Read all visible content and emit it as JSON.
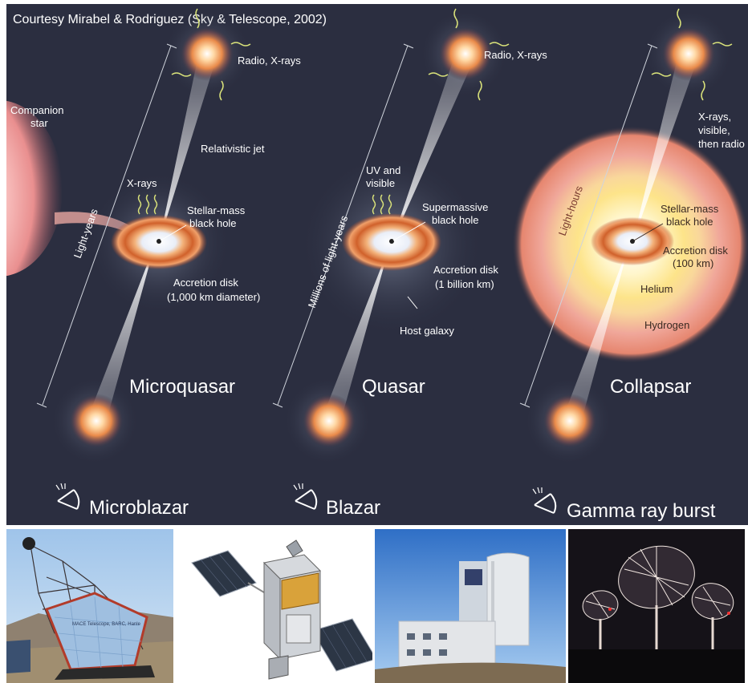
{
  "credit": "Courtesy Mirabel  & Rodriguez (Sky & Telescope, 2002)",
  "panels": [
    {
      "title": "Microquasar",
      "observer_label": "Microblazar",
      "scale_label": "Light-years",
      "labels": {
        "companion": "Companion\nstar",
        "lobe": "Radio, X-rays",
        "jet": "Relativistic jet",
        "emission": "X-rays",
        "hole": "Stellar-mass\nblack hole",
        "disk": "Accretion disk\n(1,000 km diameter)"
      }
    },
    {
      "title": "Quasar",
      "observer_label": "Blazar",
      "scale_label": "Millions of light-years",
      "labels": {
        "lobe": "Radio, X-rays",
        "emission": "UV and\nvisible",
        "hole": "Supermassive\nblack hole",
        "disk": "Accretion disk\n(1 billion km)",
        "galaxy": "Host galaxy"
      }
    },
    {
      "title": "Collapsar",
      "observer_label": "Gamma ray burst",
      "scale_label": "Light-hours",
      "labels": {
        "lobe": "X-rays,\nvisible,\nthen radio",
        "hole": "Stellar-mass\nblack hole",
        "disk": "Accretion disk\n(100 km)",
        "helium": "Helium",
        "hydrogen": "Hydrogen"
      }
    }
  ],
  "photo_strip": [
    {
      "name": "cherenkov-telescope-photo",
      "caption": "MACE Telescope, BARC, Hanle"
    },
    {
      "name": "satellite-render"
    },
    {
      "name": "optical-observatory-photo"
    },
    {
      "name": "radio-dish-array-photo"
    }
  ]
}
